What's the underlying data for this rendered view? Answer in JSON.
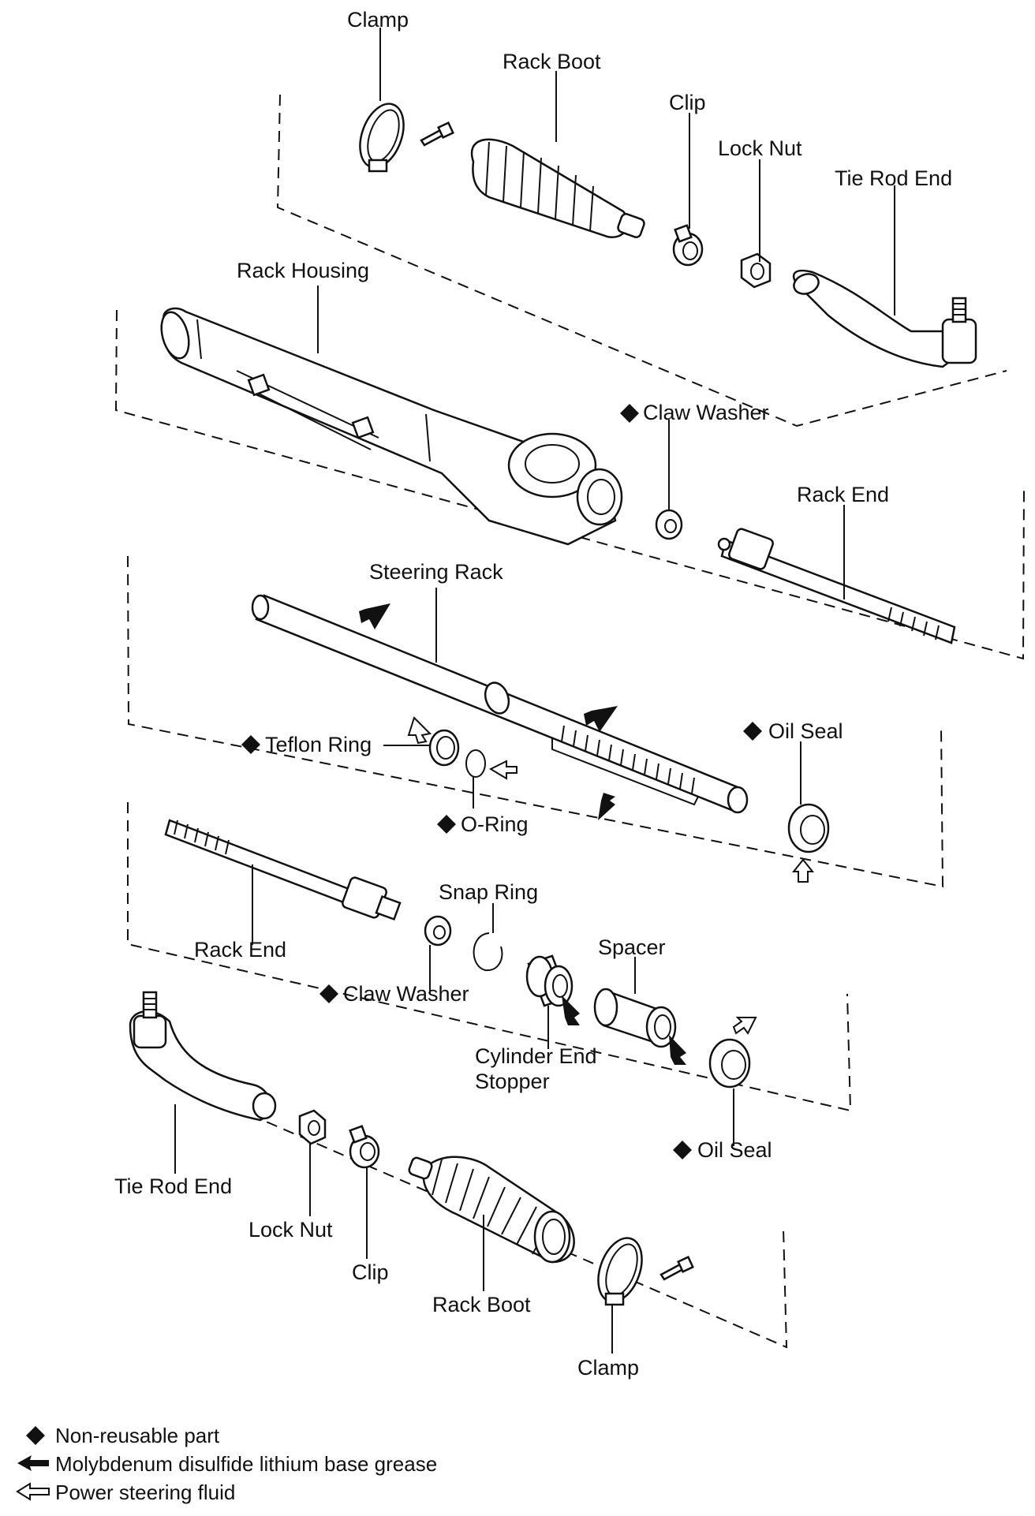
{
  "labels": {
    "clamp_top": "Clamp",
    "rack_boot_top": "Rack Boot",
    "clip_top": "Clip",
    "lock_nut_top": "Lock Nut",
    "tie_rod_end_top": "Tie Rod End",
    "rack_housing": "Rack Housing",
    "claw_washer_top": "Claw Washer",
    "rack_end_top": "Rack End",
    "steering_rack": "Steering Rack",
    "teflon_ring": "Teflon Ring",
    "o_ring": "O-Ring",
    "oil_seal_top": "Oil Seal",
    "snap_ring": "Snap Ring",
    "rack_end_bottom": "Rack End",
    "claw_washer_bottom": "Claw Washer",
    "spacer": "Spacer",
    "cylinder_end_stopper_1": "Cylinder End",
    "cylinder_end_stopper_2": "Stopper",
    "oil_seal_bottom": "Oil Seal",
    "tie_rod_end_bottom": "Tie Rod End",
    "lock_nut_bottom": "Lock Nut",
    "clip_bottom": "Clip",
    "rack_boot_bottom": "Rack Boot",
    "clamp_bottom": "Clamp"
  },
  "legend": {
    "non_reusable": "Non-reusable part",
    "grease": "Molybdenum disulfide lithium base grease",
    "fluid": "Power steering fluid"
  }
}
